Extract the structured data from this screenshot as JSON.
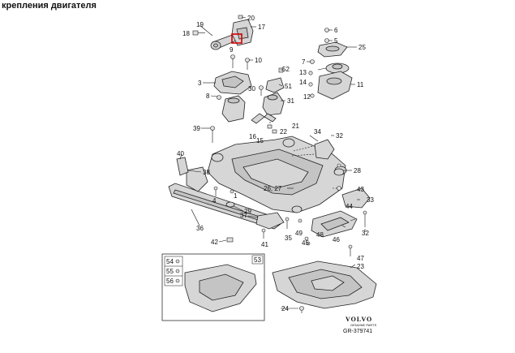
{
  "title": "крепления двигателя",
  "callouts": [
    {
      "id": "c20",
      "text": "20"
    },
    {
      "id": "c17",
      "text": "17"
    },
    {
      "id": "c19",
      "text": "19"
    },
    {
      "id": "c18",
      "text": "18"
    },
    {
      "id": "c9",
      "text": "9"
    },
    {
      "id": "c10",
      "text": "10"
    },
    {
      "id": "c3",
      "text": "3"
    },
    {
      "id": "c8",
      "text": "8"
    },
    {
      "id": "c30",
      "text": "30"
    },
    {
      "id": "c52",
      "text": "52"
    },
    {
      "id": "c51",
      "text": "51"
    },
    {
      "id": "c31",
      "text": "31"
    },
    {
      "id": "c21",
      "text": "21"
    },
    {
      "id": "c22",
      "text": "22"
    },
    {
      "id": "c16",
      "text": "16"
    },
    {
      "id": "c15",
      "text": "15"
    },
    {
      "id": "c39",
      "text": "39"
    },
    {
      "id": "c6",
      "text": "6"
    },
    {
      "id": "c5",
      "text": "5"
    },
    {
      "id": "c25",
      "text": "25"
    },
    {
      "id": "c7",
      "text": "7"
    },
    {
      "id": "c13",
      "text": "13"
    },
    {
      "id": "c14",
      "text": "14"
    },
    {
      "id": "c11",
      "text": "11"
    },
    {
      "id": "c12",
      "text": "12"
    },
    {
      "id": "c34",
      "text": "34"
    },
    {
      "id": "c32a",
      "text": "32"
    },
    {
      "id": "c40",
      "text": "40"
    },
    {
      "id": "c38",
      "text": "38"
    },
    {
      "id": "c28",
      "text": "28"
    },
    {
      "id": "c2627",
      "text": "26, 27"
    },
    {
      "id": "c43",
      "text": "43"
    },
    {
      "id": "c4",
      "text": "4"
    },
    {
      "id": "c29",
      "text": "29"
    },
    {
      "id": "c1",
      "text": "1"
    },
    {
      "id": "c36",
      "text": "36"
    },
    {
      "id": "c37",
      "text": "37"
    },
    {
      "id": "c33",
      "text": "33"
    },
    {
      "id": "c44",
      "text": "44"
    },
    {
      "id": "c49",
      "text": "49"
    },
    {
      "id": "c45",
      "text": "45"
    },
    {
      "id": "c48",
      "text": "48"
    },
    {
      "id": "c46",
      "text": "46"
    },
    {
      "id": "c32b",
      "text": "32"
    },
    {
      "id": "c42",
      "text": "42"
    },
    {
      "id": "c41",
      "text": "41"
    },
    {
      "id": "c35",
      "text": "35"
    },
    {
      "id": "c47",
      "text": "47"
    },
    {
      "id": "c23",
      "text": "23"
    },
    {
      "id": "c24",
      "text": "24"
    },
    {
      "id": "c54",
      "text": "54"
    },
    {
      "id": "c55",
      "text": "55"
    },
    {
      "id": "c56",
      "text": "56"
    },
    {
      "id": "c53",
      "text": "53"
    }
  ],
  "brand": {
    "name": "VOLVO",
    "tagline": "GENUINE PARTS"
  },
  "reference": "GR-379741"
}
